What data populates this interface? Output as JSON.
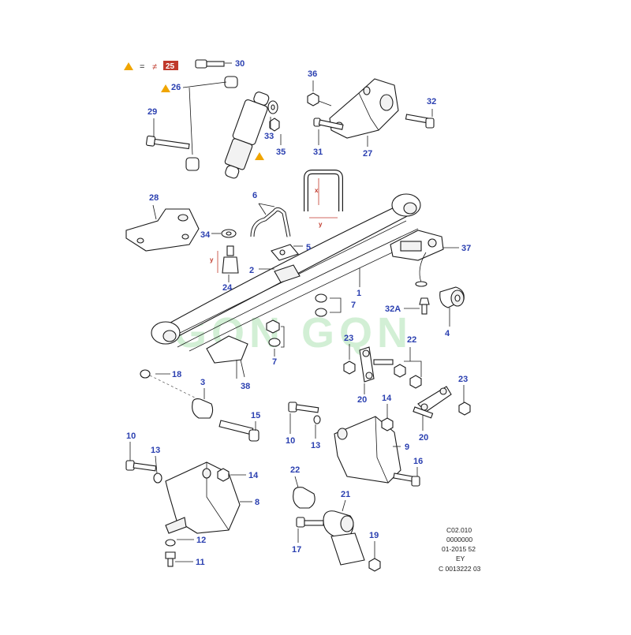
{
  "legend": {
    "equals": "=",
    "torque_symbol": "≠",
    "torque_value": "25"
  },
  "watermark": "GQN GQN",
  "callouts": {
    "c1": "1",
    "c2": "2",
    "c3": "3",
    "c4": "4",
    "c5": "5",
    "c6": "6",
    "c7a": "7",
    "c7b": "7",
    "c8": "8",
    "c9": "9",
    "c10a": "10",
    "c10b": "10",
    "c11": "11",
    "c12": "12",
    "c13a": "13",
    "c13b": "13",
    "c14a": "14",
    "c14b": "14",
    "c15": "15",
    "c16": "16",
    "c17": "17",
    "c18": "18",
    "c19": "19",
    "c20a": "20",
    "c20b": "20",
    "c21": "21",
    "c22a": "22",
    "c22b": "22",
    "c23a": "23",
    "c23b": "23",
    "c24": "24",
    "c26": "26",
    "c27": "27",
    "c28": "28",
    "c29": "29",
    "c30": "30",
    "c31": "31",
    "c32": "32",
    "c32a": "32A",
    "c33": "33",
    "c34": "34",
    "c35": "35",
    "c36": "36",
    "c37": "37",
    "c38": "38"
  },
  "dimension_labels": {
    "x": "x",
    "y_ubolt": "y",
    "y_bumper": "y"
  },
  "info_block": [
    "C02.010",
    "0000000",
    "01-2015 52",
    "EY",
    "C 0013222 03"
  ],
  "colors": {
    "callout": "#2a3fb0",
    "warning": "#f0a500",
    "torque_badge": "#c0392b",
    "watermark": "#7fd38a"
  }
}
